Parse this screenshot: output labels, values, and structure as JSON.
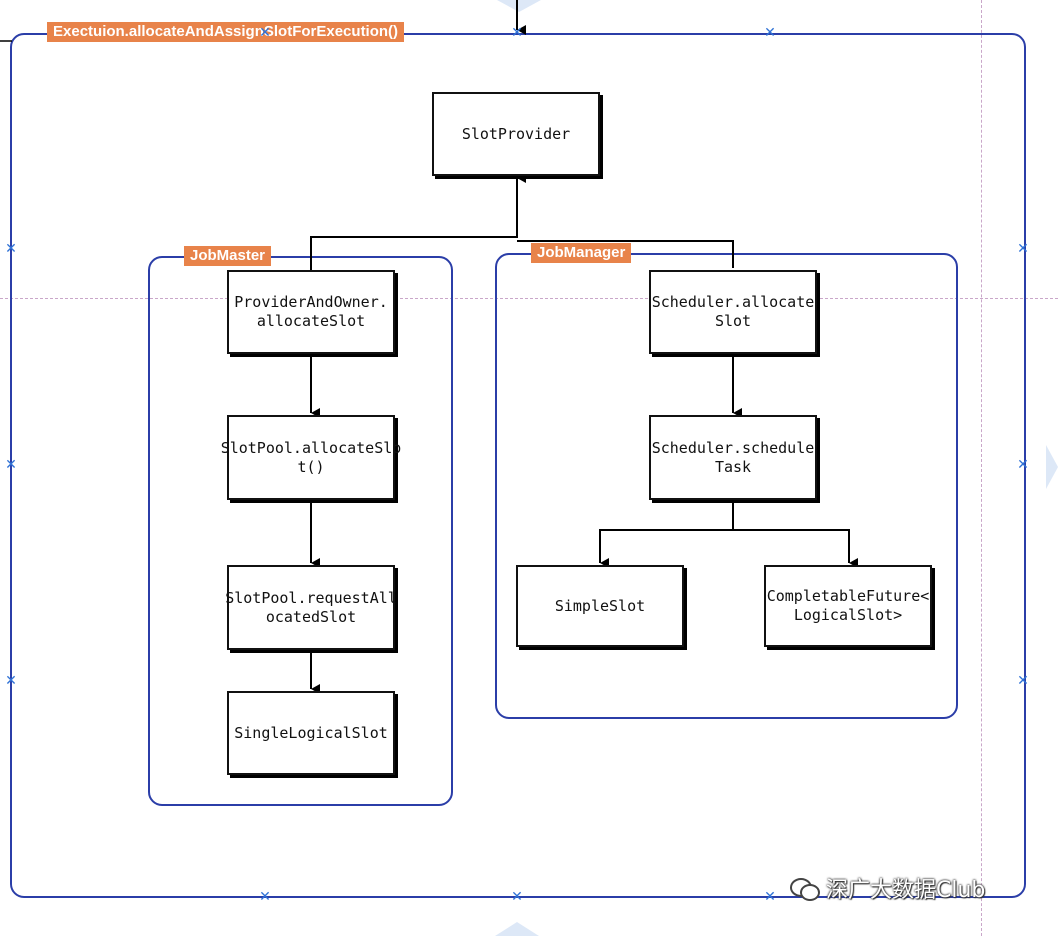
{
  "outer_title": "Exectuion.allocateAndAssignSlotForExecution()",
  "slot_provider": "SlotProvider",
  "jobmaster": {
    "tag": "JobMaster",
    "nodes": [
      "ProviderAndOwner.\nallocateSlot",
      "SlotPool.allocateSlo\nt()",
      "SlotPool.requestAll\nocatedSlot",
      "SingleLogicalSlot"
    ]
  },
  "jobmanager": {
    "tag": "JobManager",
    "nodes": [
      "Scheduler.allocate\nSlot",
      "Scheduler.schedule\nTask",
      "SimpleSlot",
      "CompletableFuture<\nLogicalSlot>"
    ]
  },
  "watermark": "深广大数据Club",
  "colors": {
    "container_border": "#2b3ea8",
    "tag_bg": "#e8834a",
    "guide": "#c9a6c9",
    "marker": "#2f72d6"
  }
}
